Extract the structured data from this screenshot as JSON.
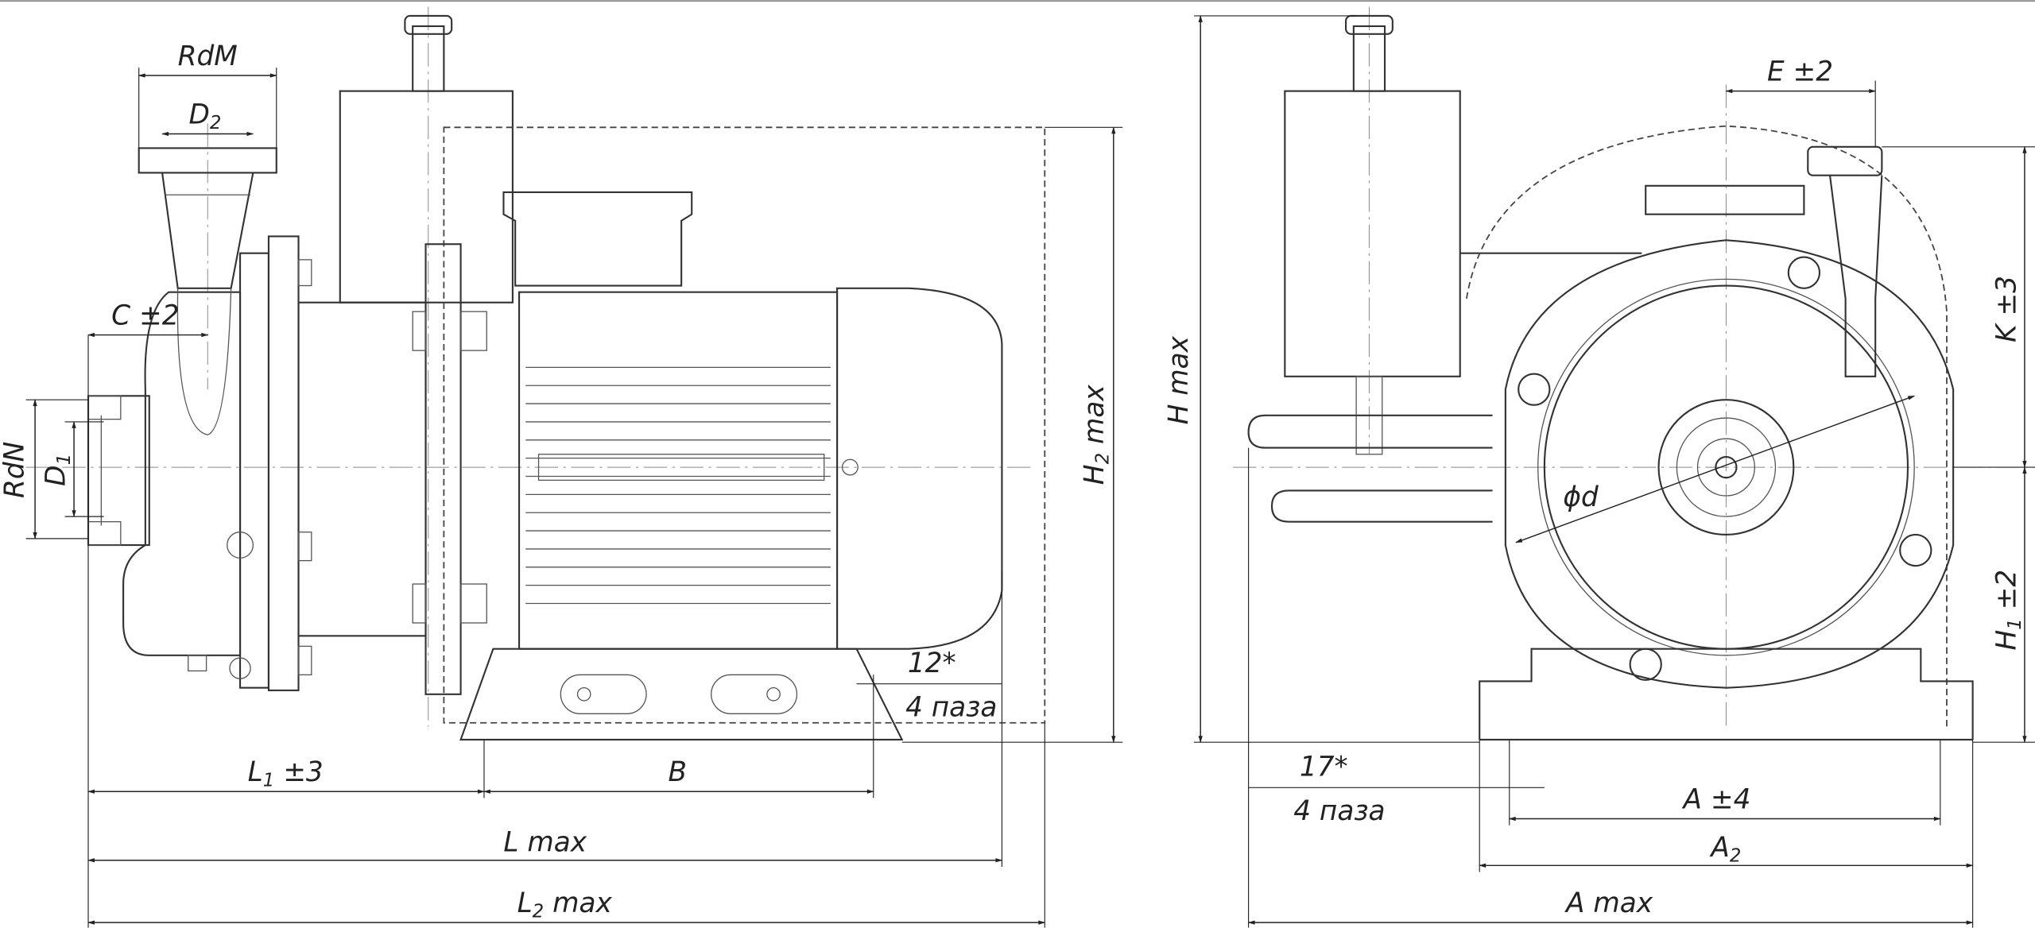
{
  "side_view": {
    "labels": {
      "rdm": "RdM",
      "d2": "D",
      "d2_sub": "2",
      "c": "C ±2",
      "rdn": "RdN",
      "d1": "D",
      "d1_sub": "1",
      "l1": "L",
      "l1_sub": "1",
      "l1_tol": " ±3",
      "b": "B",
      "lmax": "L max",
      "l2": "L",
      "l2_sub": "2",
      "l2_rest": " max",
      "h2": "H",
      "h2_sub": "2",
      "h2_rest": " max",
      "slot_size": "12*",
      "slot_count": "4 паза"
    }
  },
  "front_view": {
    "labels": {
      "hmax": "H  max",
      "e": "E ±2",
      "k": "K ±3",
      "h1": "H",
      "h1_sub": "1",
      "h1_tol": " ±2",
      "phid": "ϕd",
      "slot_size": "17*",
      "slot_count": "4 паза",
      "a": "A ±4",
      "a2": "A",
      "a2_sub": "2",
      "amax": "A max"
    }
  }
}
